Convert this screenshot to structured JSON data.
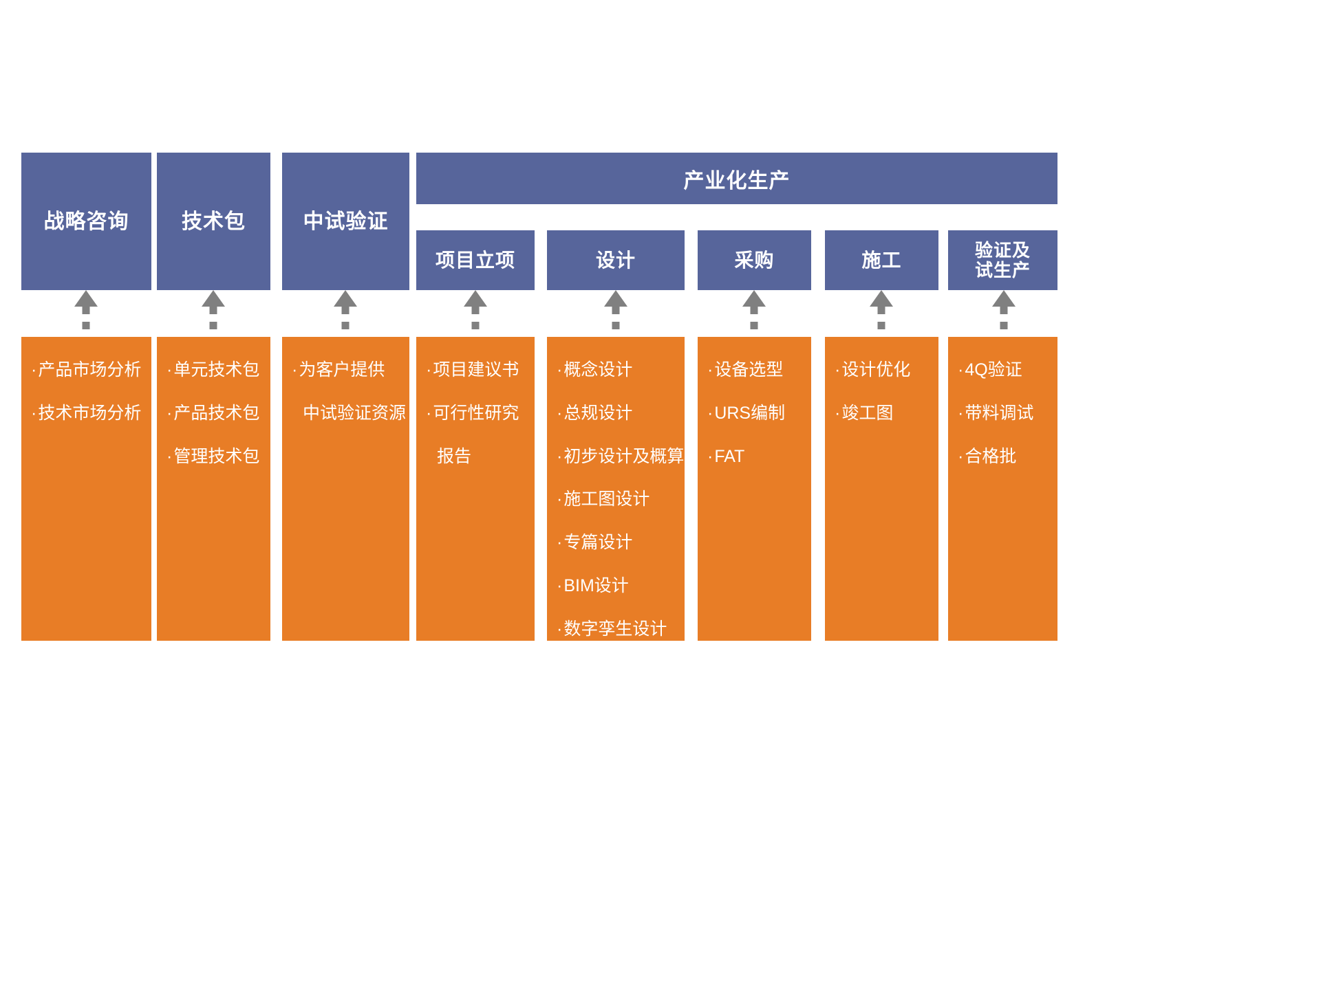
{
  "theme": {
    "blue": "#57659B",
    "orange": "#E87D26",
    "arrow_gray": "#808080",
    "text_on_fill": "#FFFFFF",
    "background": "#FFFFFF"
  },
  "group_header": {
    "label": "产业化生产"
  },
  "columns": [
    {
      "id": "strategy-consulting",
      "header": "战略咨询",
      "header_lines": [
        "战略咨询"
      ],
      "in_group": false,
      "items": [
        {
          "bullet": "·",
          "text": "产品市场分析",
          "continuation": false
        },
        {
          "bullet": "·",
          "text": "技术市场分析",
          "continuation": false
        }
      ]
    },
    {
      "id": "technology-package",
      "header": "技术包",
      "header_lines": [
        "技术包"
      ],
      "in_group": false,
      "items": [
        {
          "bullet": "·",
          "text": "单元技术包",
          "continuation": false
        },
        {
          "bullet": "·",
          "text": "产品技术包",
          "continuation": false
        },
        {
          "bullet": "·",
          "text": "管理技术包",
          "continuation": false
        }
      ]
    },
    {
      "id": "pilot-verification",
      "header": "中试验证",
      "header_lines": [
        "中试验证"
      ],
      "in_group": false,
      "items": [
        {
          "bullet": "·",
          "text": "为客户提供",
          "continuation": false
        },
        {
          "bullet": "",
          "text": "中试验证资源",
          "continuation": true
        }
      ]
    },
    {
      "id": "project-initiation",
      "header": "项目立项",
      "header_lines": [
        "项目立项"
      ],
      "in_group": true,
      "items": [
        {
          "bullet": "·",
          "text": "项目建议书",
          "continuation": false
        },
        {
          "bullet": "·",
          "text": "可行性研究",
          "continuation": false
        },
        {
          "bullet": "",
          "text": "报告",
          "continuation": true
        }
      ]
    },
    {
      "id": "design",
      "header": "设计",
      "header_lines": [
        "设计"
      ],
      "in_group": true,
      "items": [
        {
          "bullet": "·",
          "text": "概念设计",
          "continuation": false
        },
        {
          "bullet": "·",
          "text": "总规设计",
          "continuation": false
        },
        {
          "bullet": "·",
          "text": "初步设计及概算",
          "continuation": false
        },
        {
          "bullet": "·",
          "text": "施工图设计",
          "continuation": false
        },
        {
          "bullet": "·",
          "text": "专篇设计",
          "continuation": false
        },
        {
          "bullet": "·",
          "text": "BIM设计",
          "continuation": false
        },
        {
          "bullet": "·",
          "text": "数字孪生设计",
          "continuation": false
        }
      ]
    },
    {
      "id": "procurement",
      "header": "采购",
      "header_lines": [
        "采购"
      ],
      "in_group": true,
      "items": [
        {
          "bullet": "·",
          "text": "设备选型",
          "continuation": false
        },
        {
          "bullet": "·",
          "text": "URS编制",
          "continuation": false
        },
        {
          "bullet": "·",
          "text": "FAT",
          "continuation": false
        }
      ]
    },
    {
      "id": "construction",
      "header": "施工",
      "header_lines": [
        "施工"
      ],
      "in_group": true,
      "items": [
        {
          "bullet": "·",
          "text": "设计优化",
          "continuation": false
        },
        {
          "bullet": "·",
          "text": "竣工图",
          "continuation": false
        }
      ]
    },
    {
      "id": "validation-trial-production",
      "header": "验证及试生产",
      "header_lines": [
        "验证及",
        "试生产"
      ],
      "in_group": true,
      "items": [
        {
          "bullet": "·",
          "text": "4Q验证",
          "continuation": false
        },
        {
          "bullet": "·",
          "text": "带料调试",
          "continuation": false
        },
        {
          "bullet": "·",
          "text": "合格批",
          "continuation": false
        }
      ]
    }
  ]
}
